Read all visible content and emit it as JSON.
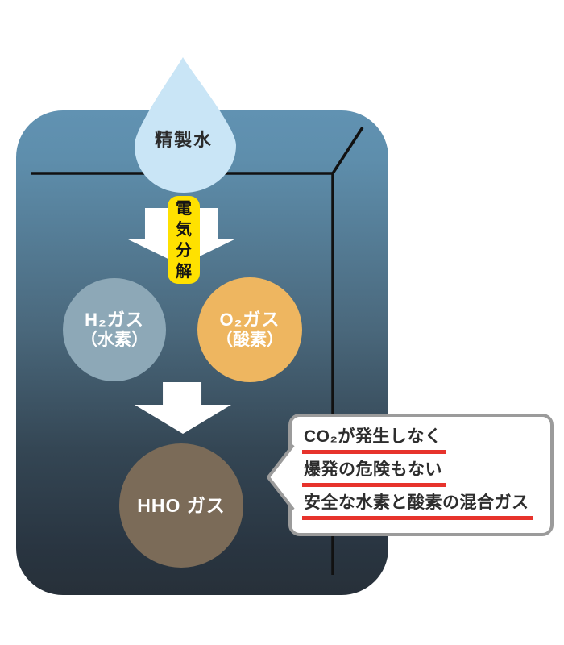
{
  "diagram": {
    "water_label": "精製水",
    "process_chars": [
      "電",
      "気",
      "分",
      "解"
    ],
    "gas_circles": [
      {
        "name": "H₂ガス",
        "sub": "（水素）"
      },
      {
        "name": "O₂ガス",
        "sub": "（酸素）"
      }
    ],
    "result_label": "HHO ガス",
    "callout_lines": [
      "CO₂が発生しなく",
      "爆発の危険もない",
      "安全な水素と酸素の混合ガス"
    ],
    "colors": {
      "box_top": "#6192b2",
      "box_bottom": "#273039",
      "water_drop": "#c9e5f6",
      "electrolysis_badge": "#ffe100",
      "h2_circle": "#8da8b7",
      "o2_circle": "#eeb660",
      "hho_circle": "#7b6b58",
      "underline_red": "#e7332c",
      "callout_border": "#9b9b9b",
      "arrow": "#ffffff",
      "outline_line": "#111111"
    }
  }
}
